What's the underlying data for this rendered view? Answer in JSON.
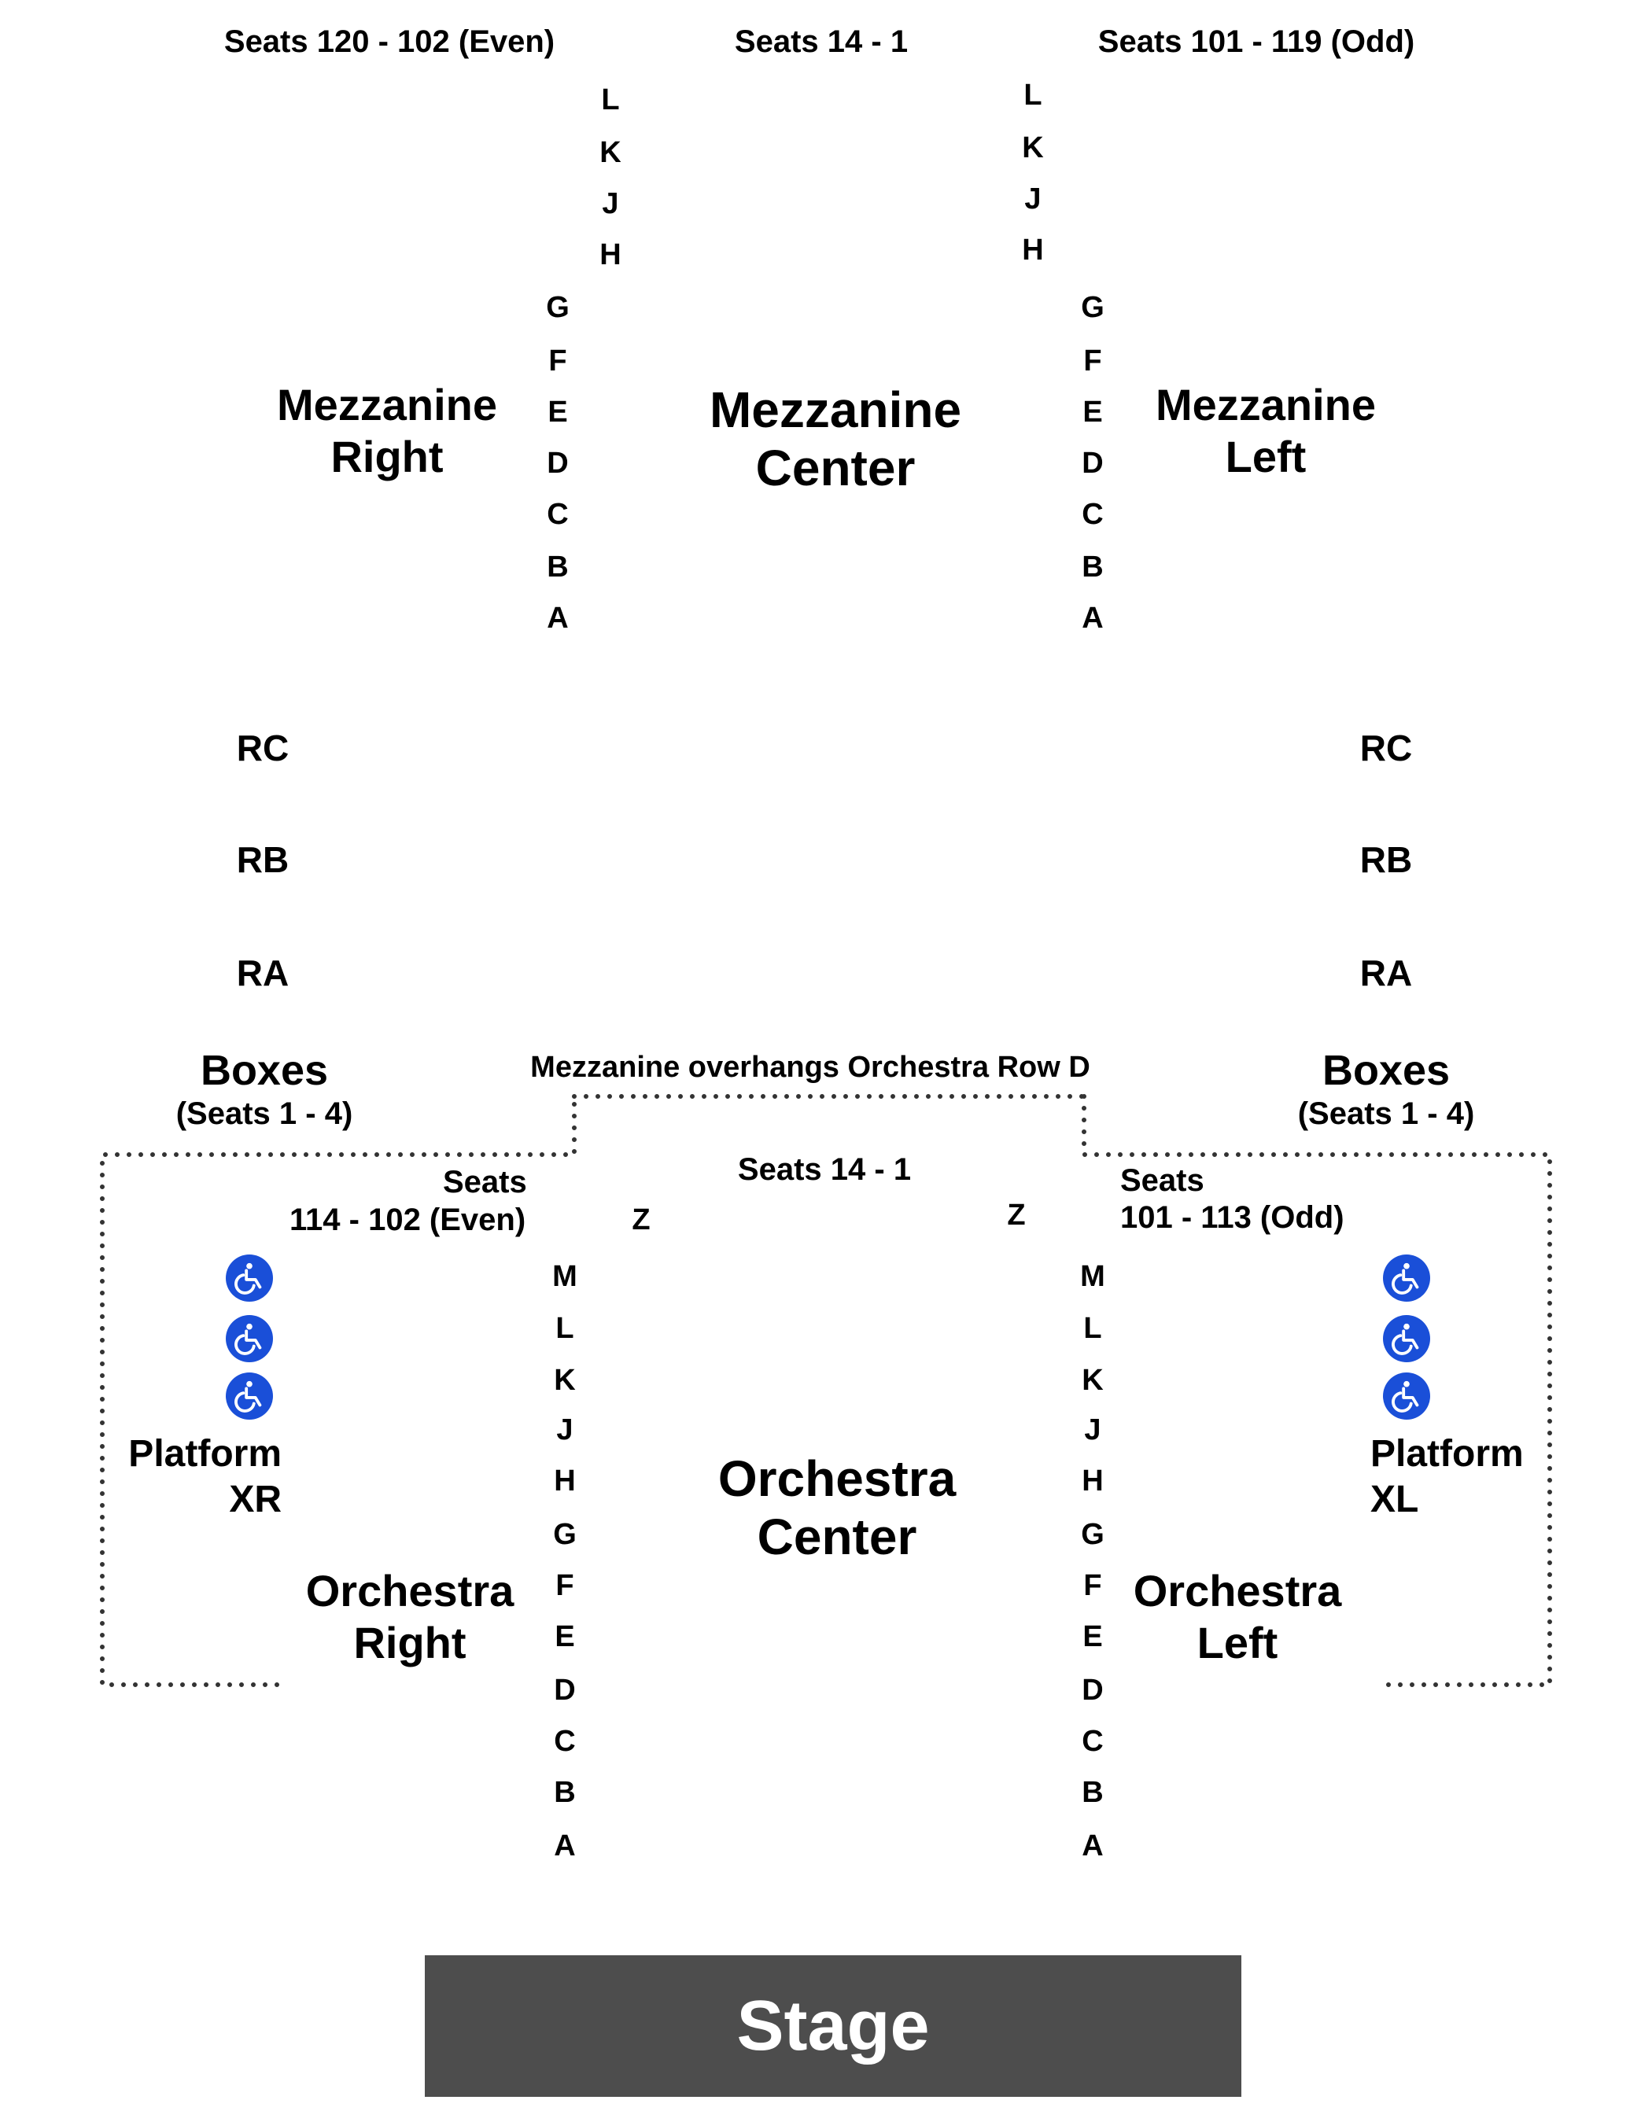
{
  "mezzanine": {
    "header_right_seats": "Seats 120 - 102 (Even)",
    "header_center_seats": "Seats 14 - 1",
    "header_left_seats": "Seats 101 - 119 (Odd)",
    "upper_rows": [
      "L",
      "K",
      "J",
      "H"
    ],
    "lower_rows": [
      "G",
      "F",
      "E",
      "D",
      "C",
      "B",
      "A"
    ],
    "right": [
      "Mezzanine",
      "Right"
    ],
    "center": [
      "Mezzanine",
      "Center"
    ],
    "left": [
      "Mezzanine",
      "Left"
    ]
  },
  "box_rows": [
    "RC",
    "RB",
    "RA"
  ],
  "boxes": {
    "title": "Boxes",
    "seats": "(Seats 1 - 4)"
  },
  "overhang_note": "Mezzanine overhangs Orchestra Row D",
  "orchestra": {
    "center_seats": "Seats 14 - 1",
    "right_seats": [
      "Seats",
      "114 - 102 (Even)"
    ],
    "left_seats": [
      "Seats",
      "101 - 113 (Odd)"
    ],
    "row_z": "Z",
    "rows": [
      "M",
      "L",
      "K",
      "J",
      "H",
      "G",
      "F",
      "E",
      "D",
      "C",
      "B",
      "A"
    ],
    "right": [
      "Orchestra",
      "Right"
    ],
    "center": [
      "Orchestra",
      "Center"
    ],
    "left": [
      "Orchestra",
      "Left"
    ],
    "platform_right": [
      "Platform",
      "XR"
    ],
    "platform_left": [
      "Platform",
      "XL"
    ]
  },
  "accessibility_icon": "wheelchair-icon",
  "colors": {
    "wheelchair_badge": "#1a4fd8",
    "stage": "#4d4d4d",
    "stage_text": "#ffffff"
  },
  "stage_label": "Stage"
}
